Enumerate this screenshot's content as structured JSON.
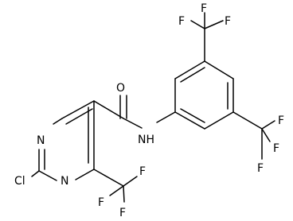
{
  "molecule": {
    "atoms": {
      "F": "F",
      "N": "N",
      "O": "O",
      "Cl": "Cl",
      "NH": "NH"
    }
  }
}
